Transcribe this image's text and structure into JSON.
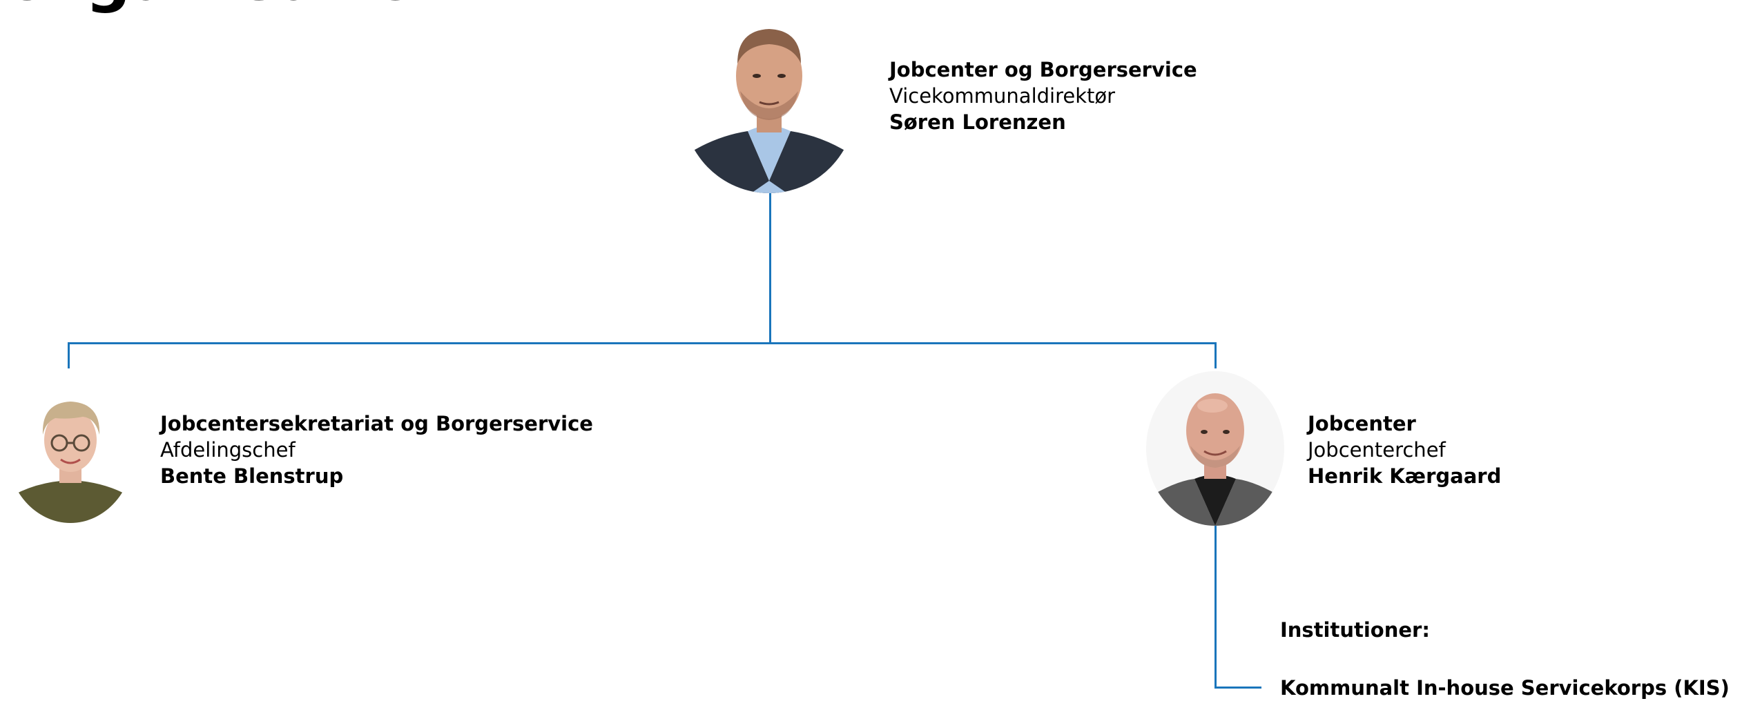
{
  "page": {
    "heading": "Organisation"
  },
  "colors": {
    "connector": "#1a75bb"
  },
  "top": {
    "unit": "Jobcenter og Borgerservice",
    "role": "Vicekommunaldirektør",
    "name": "Søren Lorenzen",
    "photo_icon": "portrait-photo"
  },
  "left": {
    "unit": "Jobcentersekretariat og Borgerservice",
    "role": "Afdelingschef",
    "name": "Bente Blenstrup",
    "photo_icon": "portrait-photo"
  },
  "right": {
    "unit": "Jobcenter",
    "role": "Jobcenterchef",
    "name": "Henrik Kærgaard",
    "photo_icon": "portrait-photo"
  },
  "institutions": {
    "heading": "Institutioner:",
    "items": [
      "Kommunalt In-house Servicekorps (KIS)"
    ]
  }
}
